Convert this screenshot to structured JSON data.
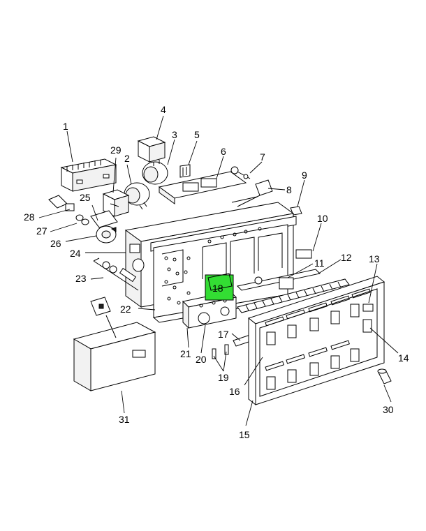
{
  "callouts": [
    "1",
    "2",
    "3",
    "4",
    "5",
    "6",
    "7",
    "8",
    "9",
    "10",
    "11",
    "12",
    "13",
    "14",
    "15",
    "16",
    "17",
    "18",
    "19",
    "20",
    "21",
    "22",
    "23",
    "24",
    "25",
    "26",
    "27",
    "28",
    "29",
    "30",
    "31"
  ],
  "highlight": {
    "label": "18",
    "color": "#33dd33"
  },
  "footer": {
    "left": "",
    "right": ""
  }
}
